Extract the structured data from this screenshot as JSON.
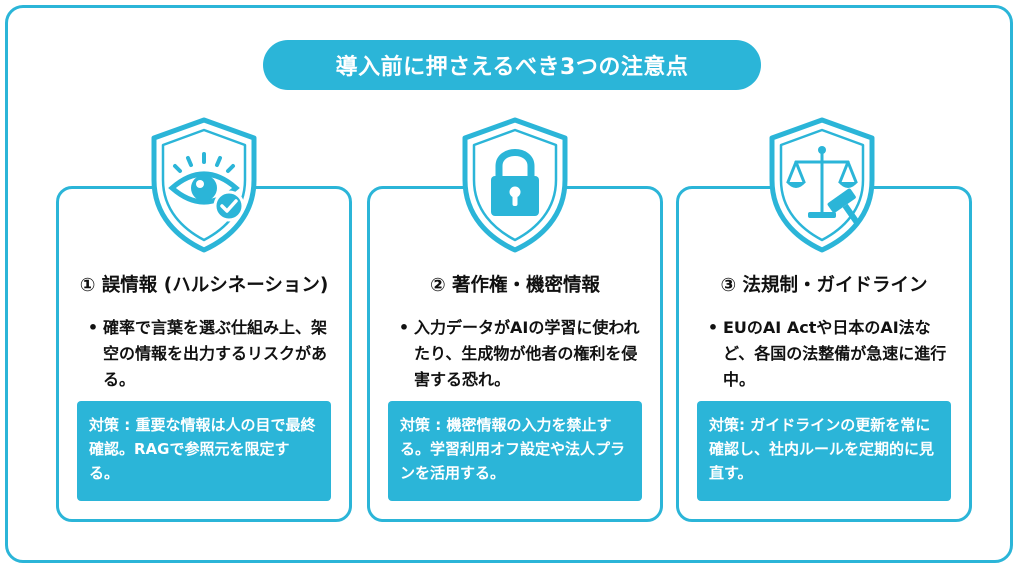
{
  "title": "導入前に押さえるべき3つの注意点",
  "colors": {
    "accent": "#2bb5d8",
    "text": "#111111",
    "background": "#ffffff"
  },
  "cards": [
    {
      "icon": "eye-check-shield-icon",
      "title": "① 誤情報 (ハルシネーション)",
      "bullet": "確率で言葉を選ぶ仕組み上、架空の情報を出力するリスクがある。",
      "measure": "対策 : 重要な情報は人の目で最終確認。RAGで参照元を限定する。"
    },
    {
      "icon": "padlock-shield-icon",
      "title": "② 著作権・機密情報",
      "bullet": "入力データがAIの学習に使われたり、生成物が他者の権利を侵害する恐れ。",
      "measure": "対策 : 機密情報の入力を禁止する。学習利用オフ設定や法人プランを活用する。"
    },
    {
      "icon": "scales-gavel-shield-icon",
      "title": "③ 法規制・ガイドライン",
      "bullet": "EUのAI Actや日本のAI法など、各国の法整備が急速に進行中。",
      "measure": "対策: ガイドラインの更新を常に確認し、社内ルールを定期的に見直す。"
    }
  ]
}
